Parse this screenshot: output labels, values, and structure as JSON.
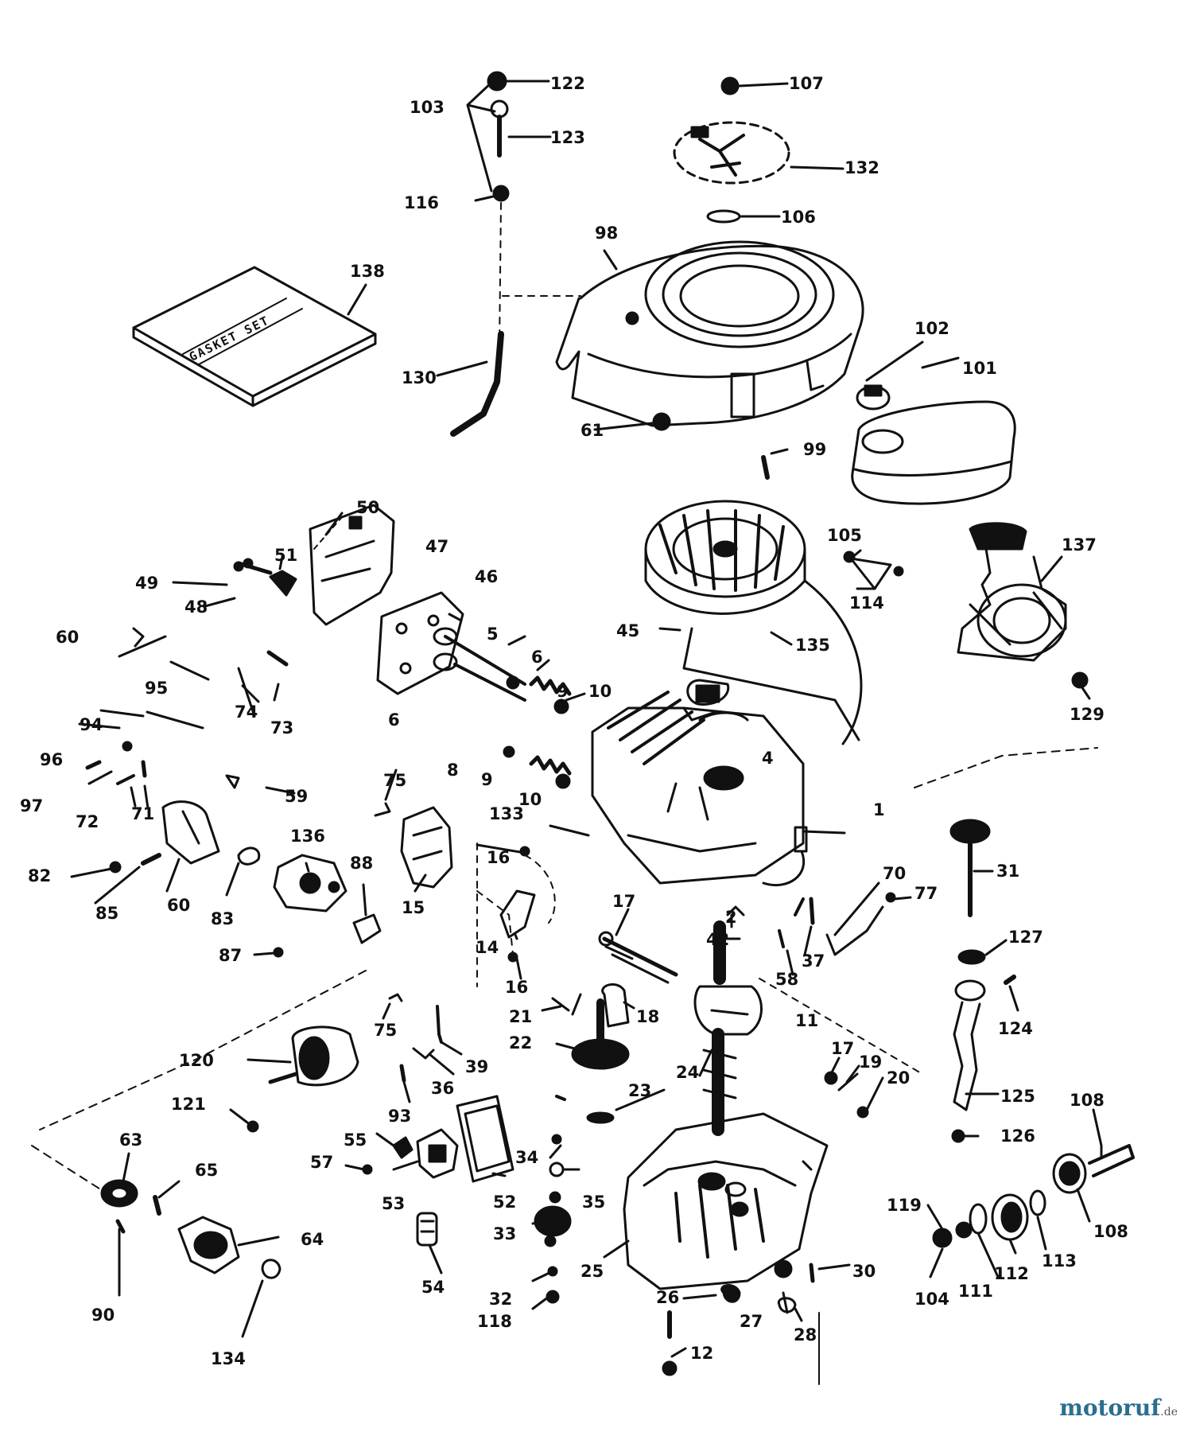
{
  "diagram": {
    "colors": {
      "ink": "#111111",
      "paper": "#ffffff",
      "brand": "#2b6e8f"
    },
    "gasket_text": "GASKET SET",
    "labels": {
      "p122": "122",
      "p103": "103",
      "p123": "123",
      "p116": "116",
      "p107": "107",
      "p132": "132",
      "p106": "106",
      "p98": "98",
      "p138": "138",
      "p130": "130",
      "p61": "61",
      "p99": "99",
      "p102": "102",
      "p101": "101",
      "p50": "50",
      "p47": "47",
      "p51": "51",
      "p49": "49",
      "p48": "48",
      "p46": "46",
      "p60a": "60",
      "p5": "5",
      "p6a": "6",
      "p9a": "9",
      "p10a": "10",
      "p95": "95",
      "p74": "74",
      "p73": "73",
      "p94": "94",
      "p6b": "6",
      "p8": "8",
      "p9b": "9",
      "p10b": "10",
      "p4": "4",
      "p96": "96",
      "p97": "97",
      "p72": "72",
      "p71": "71",
      "p59": "59",
      "p75a": "75",
      "p133": "133",
      "p1": "1",
      "p136": "136",
      "p88": "88",
      "p15": "15",
      "p16a": "16",
      "p82": "82",
      "p85": "85",
      "p60b": "60",
      "p83": "83",
      "p87": "87",
      "p14": "14",
      "p16b": "16",
      "p2": "2",
      "p17a": "17",
      "p42": "42",
      "p70": "70",
      "p77": "77",
      "p58": "58",
      "p37": "37",
      "p31": "31",
      "p127": "127",
      "p124": "124",
      "p45": "45",
      "p135": "135",
      "p105": "105",
      "p114": "114",
      "p137": "137",
      "p129": "129",
      "p75b": "75",
      "p39": "39",
      "p36": "36",
      "p120": "120",
      "p93": "93",
      "p21": "21",
      "p18": "18",
      "p22": "22",
      "p11": "11",
      "p24": "24",
      "p17b": "17",
      "p19": "19",
      "p20": "20",
      "p23": "23",
      "p125": "125",
      "p121": "121",
      "p55": "55",
      "p57": "57",
      "p34": "34",
      "p35": "35",
      "p52": "52",
      "p53": "53",
      "p126": "126",
      "p108a": "108",
      "p108b": "108",
      "p119": "119",
      "p113": "113",
      "p112": "112",
      "p111": "111",
      "p104": "104",
      "p63": "63",
      "p65": "65",
      "p64": "64",
      "p33": "33",
      "p54": "54",
      "p25": "25",
      "p32": "32",
      "p118": "118",
      "p30": "30",
      "p26": "26",
      "p27": "27",
      "p28": "28",
      "p12": "12",
      "p90": "90",
      "p134": "134"
    }
  },
  "watermark": {
    "main": "motoruf",
    "tld": ".de"
  }
}
